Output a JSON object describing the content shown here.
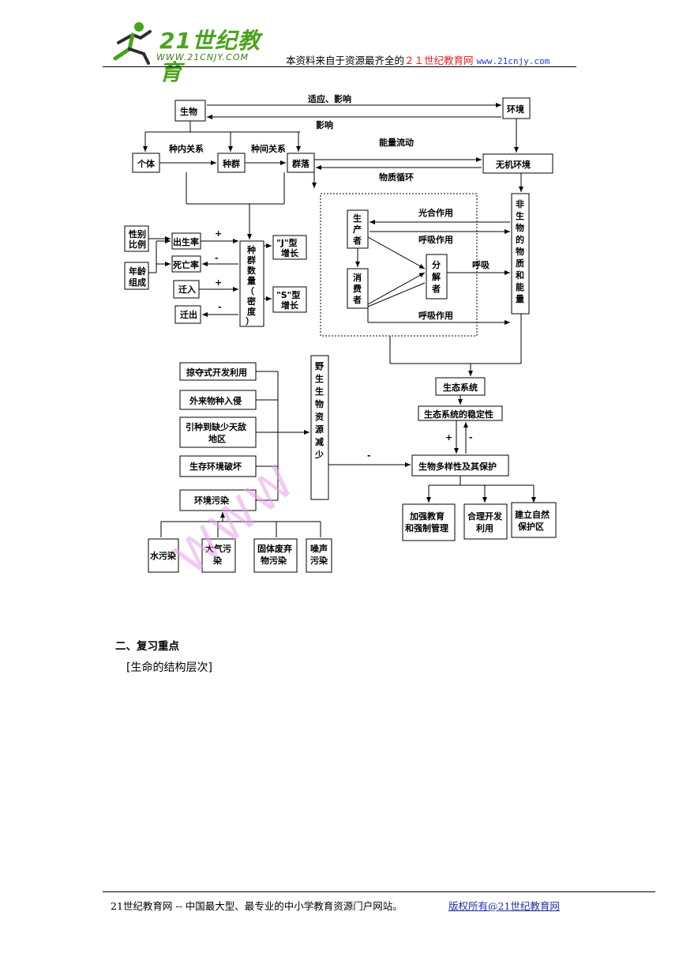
{
  "header": {
    "logo_main": "21世纪教育",
    "logo_sub": "WWW.21CNJY.COM",
    "text_prefix": "本资料来自于资源最齐全的",
    "text_brand": "２１世纪教育网",
    "text_url": "www.21cnjy.com"
  },
  "diagram": {
    "organism": "生物",
    "environment": "环境",
    "adapt_influence": "适应、影响",
    "influence": "影响",
    "individual": "个体",
    "population": "种群",
    "community": "群落",
    "abiotic_env": "无机环境",
    "intra_relation": "种内关系",
    "inter_relation": "种间关系",
    "energy_flow": "能量流动",
    "material_cycle": "物质循环",
    "sex_ratio": [
      "性别",
      "比例"
    ],
    "age_structure": [
      "年龄",
      "组成"
    ],
    "birth_rate": "出生率",
    "death_rate": "死亡率",
    "immigration": "迁入",
    "emigration": "迁出",
    "pop_size": [
      "种",
      "群",
      "数",
      "量",
      "（",
      "密",
      "度",
      "）"
    ],
    "j_growth": [
      "\"J\"型",
      "增长"
    ],
    "s_growth": [
      "\"S\"型",
      "增长"
    ],
    "plus": "+",
    "minus": "-",
    "producer": [
      "生",
      "产",
      "者"
    ],
    "consumer": [
      "消",
      "费",
      "者"
    ],
    "decomposer": [
      "分",
      "解",
      "者"
    ],
    "photosynthesis": "光合作用",
    "respiration_1": "呼吸作用",
    "respiration_2": "呼吸",
    "respiration_3": "呼吸作用",
    "nonbio": [
      "非",
      "生",
      "物",
      "的",
      "物",
      "质",
      "和",
      "能",
      "量"
    ],
    "ecosystem": "生态系统",
    "stability": "生态系统的稳定性",
    "biodiversity": "生物多样性及其保护",
    "plunder": "掠夺式开发利用",
    "invasion": "外来物种入侵",
    "introduce": [
      "引种到缺少天敌",
      "地区"
    ],
    "habitat_destroy": "生存环境破坏",
    "pollution": "环境污染",
    "wildlife_decline": [
      "野",
      "生",
      "生",
      "物",
      "资",
      "源",
      "减",
      "少"
    ],
    "edu": [
      "加强教育",
      "和强制管理"
    ],
    "rational": [
      "合理开发",
      "利用"
    ],
    "reserve": [
      "建立自然",
      "保护区"
    ],
    "water": "水污染",
    "air": [
      "大气污",
      "染"
    ],
    "solid": [
      "固体废弃",
      "物污染"
    ],
    "noise": [
      "噪声",
      "污染"
    ]
  },
  "body": {
    "section_title": "二、复习重点",
    "subheading": "[生命的结构层次]"
  },
  "footer": {
    "left": "21世纪教育网 -- 中国最大型、最专业的中小学教育资源门户网站。",
    "right": "版权所有@21世纪教育网"
  },
  "watermark": "WWW"
}
